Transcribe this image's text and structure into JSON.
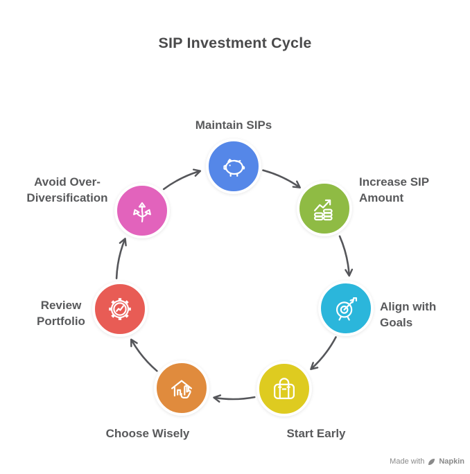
{
  "title": "SIP Investment Cycle",
  "nodes": [
    {
      "label": "Maintain SIPs",
      "color": "#5587e8",
      "icon": "piggy-bank-icon"
    },
    {
      "label": "Increase SIP Amount",
      "color": "#8fbb44",
      "icon": "growth-chart-coins-icon"
    },
    {
      "label": "Align with Goals",
      "color": "#2bb6db",
      "icon": "target-dart-icon"
    },
    {
      "label": "Start Early",
      "color": "#decb20",
      "icon": "bag-icon"
    },
    {
      "label": "Choose Wisely",
      "color": "#e08b3d",
      "icon": "house-hand-icon"
    },
    {
      "label": "Review Portfolio",
      "color": "#e85c55",
      "icon": "gear-chart-icon"
    },
    {
      "label": "Avoid Over-Diversification",
      "color": "#e263bc",
      "icon": "branch-arrows-icon"
    }
  ],
  "cycle_order": [
    "Maintain SIPs",
    "Increase SIP Amount",
    "Align with Goals",
    "Start Early",
    "Choose Wisely",
    "Review Portfolio",
    "Avoid Over-Diversification"
  ],
  "colors": {
    "arrow": "#55565a",
    "label_text": "#58595b",
    "title_text": "#4a4a4b",
    "icon_stroke": "#ffffff",
    "watermark_text": "#8a8a8a"
  },
  "watermark": {
    "text_prefix": "Made with",
    "brand": "Napkin"
  }
}
